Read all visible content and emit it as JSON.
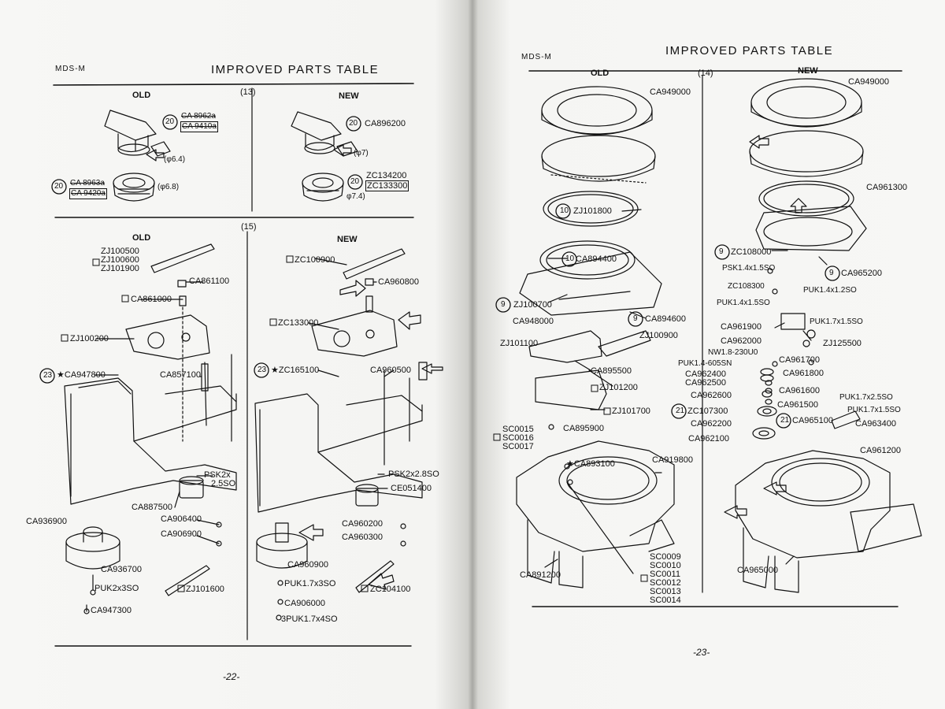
{
  "left": {
    "doc_code": "MDS-M",
    "title": "IMPROVED PARTS TABLE",
    "page_num": "-22-",
    "s13": {
      "number": "(13)",
      "old_label": "OLD",
      "new_label": "NEW",
      "old_knob_ref": "20",
      "old_knob_parts": [
        "CA 8962a",
        "CA 9410a"
      ],
      "old_knob_dim": "(φ6.4)",
      "old_base_ref": "20",
      "old_base_parts": [
        "CA 8963a",
        "CA 9420a"
      ],
      "old_base_dim": "(φ6.8)",
      "new_knob_ref": "20",
      "new_knob_part": "CA896200",
      "new_knob_dim": "(φ7)",
      "new_base_ref": "20",
      "new_base_parts": [
        "ZC134200",
        "ZC133300"
      ],
      "new_base_dim": "φ7.4)"
    },
    "s15": {
      "number": "(15)",
      "old_label": "OLD",
      "new_label": "NEW",
      "old_spring_parts": [
        "ZJ100500",
        "ZJ100600",
        "ZJ101900"
      ],
      "old": {
        "ca861100": "CA861100",
        "ca861000": "CA861000",
        "zj100200": "ZJ100200",
        "ref23": "23",
        "ca947800": "CA947800",
        "ca857100": "CA857100",
        "psk": "PSK2x",
        "psk2": "2.5SO",
        "ca887500": "CA887500",
        "ca936900": "CA936900",
        "ca906400": "CA906400",
        "ca906900": "CA906900",
        "ca936700": "CA936700",
        "puk": "PUK2x3SO",
        "zj101600": "ZJ101600",
        "ca947300": "CA947300"
      },
      "new": {
        "zc100900": "ZC100900",
        "ca960800": "CA960800",
        "zc133000": "ZC133000",
        "ref23": "23",
        "zc165100": "ZC165100",
        "ca960500": "CA960500",
        "psk": "PSK2x2.8SO",
        "ce051400": "CE051400",
        "ca960200": "CA960200",
        "ca960300": "CA960300",
        "ca960900": "CA960900",
        "puk": "PUK1.7x3SO",
        "zc104100": "ZC104100",
        "ca906000": "CA906000",
        "puk3": "3PUK1.7x4SO"
      }
    }
  },
  "right": {
    "doc_code": "MDS-M",
    "title": "IMPROVED PARTS TABLE",
    "page_num": "-23-",
    "s14": {
      "number": "(14)",
      "old_label": "OLD",
      "new_label": "NEW",
      "old": {
        "ca949000": "CA949000",
        "ref10a": "10",
        "zj101800": "ZJ101800",
        "ref10b": "10",
        "ca894400": "CA894400",
        "ref9a": "9",
        "zj100700": "ZJ100700",
        "ref9b": "9",
        "ca894600": "CA894600",
        "ca948000": "CA948000",
        "zj101100": "ZJ101100",
        "zj100900": "ZJ100900",
        "ca895500": "CA895500",
        "zj101200": "ZJ101200",
        "zj101700": "ZJ101700",
        "ca895900": "CA895900",
        "sc_group_a": [
          "SC0015",
          "SC0016",
          "SC0017"
        ],
        "ca893100": "CA893100",
        "ca919800": "CA919800",
        "ca891200": "CA891200",
        "sc_group_b": [
          "SC0009",
          "SC0010",
          "SC0011",
          "SC0012",
          "SC0013",
          "SC0014"
        ]
      },
      "new": {
        "ca949000": "CA949000",
        "ca961300": "CA961300",
        "ref9a": "9",
        "zc108000": "ZC108000",
        "ref9b": "9",
        "ca965200": "CA965200",
        "psk": "PSK1.4x1.5SO",
        "zc108300": "ZC108300",
        "puk_a": "PUK1.4x1.2SO",
        "puk_b": "PUK1.4x1.5SO",
        "puk_c": "PUK1.7x1.5SO",
        "ca961900": "CA961900",
        "ca962000": "CA962000",
        "zj125500": "ZJ125500",
        "nw": "NW1.8-230U0",
        "ca961700": "CA961700",
        "puk_d": "PUK1.4-605SN",
        "ca962400": "CA962400",
        "ca962500": "CA962500",
        "ca961800": "CA961800",
        "ca961600": "CA961600",
        "ca962600": "CA962600",
        "ca961500": "CA961500",
        "ref21a": "21",
        "zc107300": "ZC107300",
        "ca962200": "CA962200",
        "ref21b": "21",
        "ca965100": "CA965100",
        "ca962100": "CA962100",
        "puk_e": "PUK1.7x2.5SO",
        "puk_f": "PUK1.7x1.5SO",
        "ca963400": "CA963400",
        "ca961200": "CA961200",
        "ca965000": "CA965000"
      }
    }
  },
  "colors": {
    "ink": "#111111",
    "paper": "#f5f5f3",
    "gutter": "#a9a9a4"
  }
}
